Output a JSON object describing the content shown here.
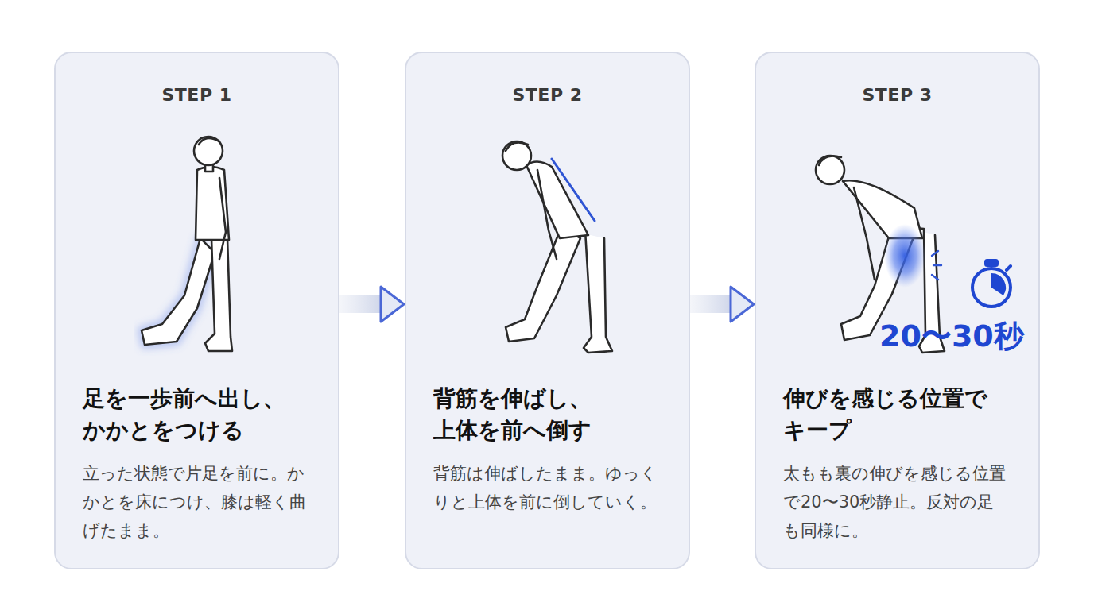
{
  "diagram": {
    "nodes": [
      {
        "text": [
          "STEP 1",
          "足を一歩前へ出し、 かかとをつける",
          "立った状態で片足を前に。かかとを床につけ、膝は軽く曲げたまま。"
        ]
      },
      {
        "text": [
          "STEP 2",
          "背筋を伸ばし、 上体を前へ倒す",
          "背筋は伸ばしたまま。ゆっくりと上体を前に倒していく。"
        ]
      },
      {
        "text": [
          "STEP 3",
          "伸びを感じる位置で キープ",
          "太もも裏の伸びを感じる位置で20〜30秒静止。反対の足も同様に。"
        ]
      }
    ],
    "edges": [
      {
        "from": 0,
        "to": 1,
        "arrow": "to"
      },
      {
        "from": 1,
        "to": 2,
        "arrow": "to"
      }
    ],
    "labels": [
      "20〜30秒"
    ]
  }
}
